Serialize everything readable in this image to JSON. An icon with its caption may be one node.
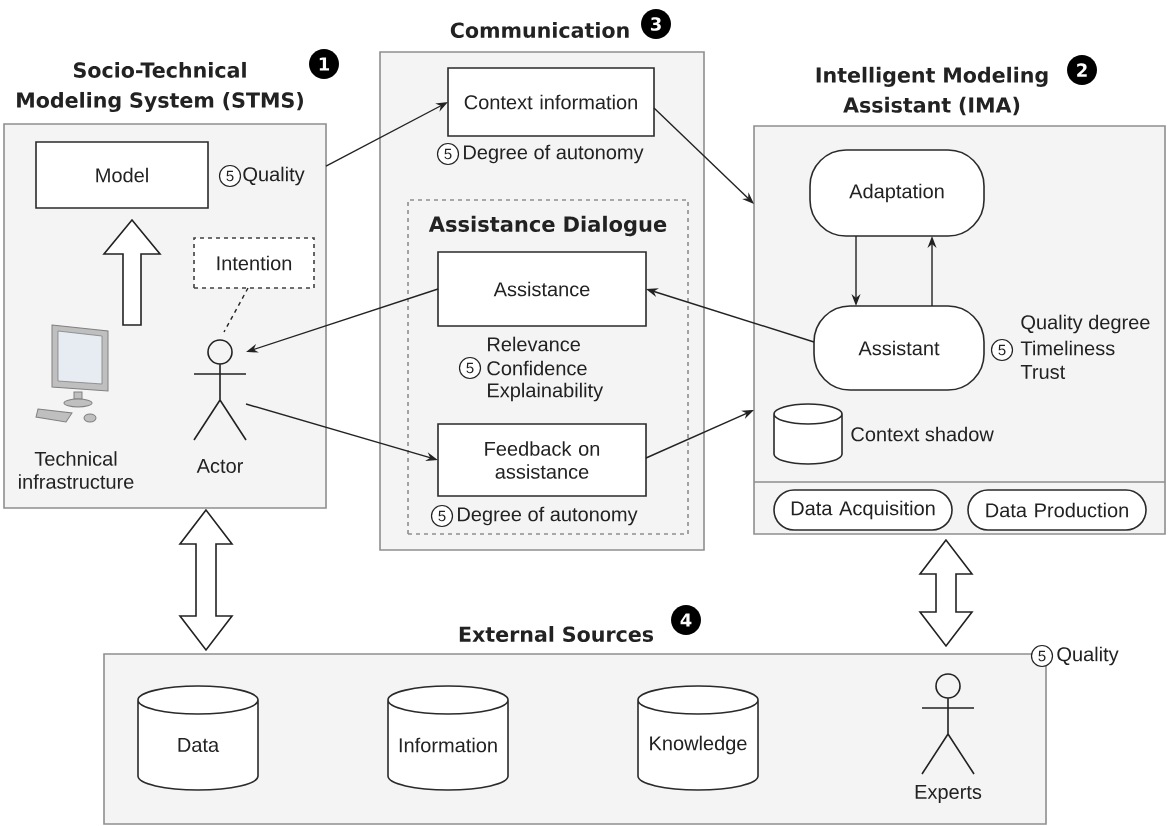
{
  "diagram": {
    "nodes": [
      {
        "text": [
          "Socio-Technical Modeling System (STMS)",
          "1"
        ]
      },
      {
        "text": [
          "Model"
        ],
        "in": 0,
        "beside": [
          "5",
          "Quality"
        ]
      },
      {
        "text": [
          "Intention"
        ],
        "in": 0
      },
      {
        "text": [
          "Technical infrastructure"
        ],
        "in": 0
      },
      {
        "text": [
          "Actor"
        ],
        "in": 0
      },
      {
        "text": [
          "Communication",
          "3"
        ]
      },
      {
        "text": [
          "Context information"
        ],
        "in": 5,
        "beside": [
          "5",
          "Degree of autonomy"
        ]
      },
      {
        "text": [
          "Assistance Dialogue"
        ],
        "in": 5
      },
      {
        "text": [
          "Assistance"
        ],
        "in": 7,
        "beside": [
          "5",
          "Relevance",
          "Confidence",
          "Explainability"
        ]
      },
      {
        "text": [
          "Feedback on assistance"
        ],
        "in": 7,
        "beside": [
          "5",
          "Degree of autonomy"
        ]
      },
      {
        "text": [
          "Intelligent Modeling Assistant (IMA)",
          "2"
        ]
      },
      {
        "text": [
          "Adaptation"
        ],
        "in": 10
      },
      {
        "text": [
          "Assistant"
        ],
        "in": 10,
        "beside": [
          "5",
          "Quality degree",
          "Timeliness",
          "Trust"
        ]
      },
      {
        "text": [
          "Context shadow"
        ],
        "in": 10
      },
      {
        "text": [
          "Data Acquisition"
        ],
        "in": 10
      },
      {
        "text": [
          "Data Production"
        ],
        "in": 10
      },
      {
        "text": [
          "External Sources",
          "4"
        ],
        "beside": [
          "5",
          "Quality"
        ]
      },
      {
        "text": [
          "Data"
        ],
        "in": 16
      },
      {
        "text": [
          "Information"
        ],
        "in": 16
      },
      {
        "text": [
          "Knowledge"
        ],
        "in": 16
      },
      {
        "text": [
          "Experts"
        ],
        "in": 16
      }
    ],
    "edges": [
      {
        "from": 3,
        "to": 1,
        "arrow": "to",
        "style": "thick"
      },
      {
        "from": 2,
        "to": 4,
        "arrow": "none",
        "style": "dashed"
      },
      {
        "from": 0,
        "to": 6,
        "arrow": "to"
      },
      {
        "from": 6,
        "to": 10,
        "arrow": "to"
      },
      {
        "from": 12,
        "to": 8,
        "arrow": "to"
      },
      {
        "from": 8,
        "to": 4,
        "arrow": "to"
      },
      {
        "from": 4,
        "to": 9,
        "arrow": "to"
      },
      {
        "from": 9,
        "to": 10,
        "arrow": "to"
      },
      {
        "from": 11,
        "to": 12,
        "arrow": "to"
      },
      {
        "from": 12,
        "to": 11,
        "arrow": "to"
      },
      {
        "from": 0,
        "to": 16,
        "arrow": "both",
        "style": "thick"
      },
      {
        "from": 10,
        "to": 16,
        "arrow": "both",
        "style": "thick"
      }
    ]
  }
}
